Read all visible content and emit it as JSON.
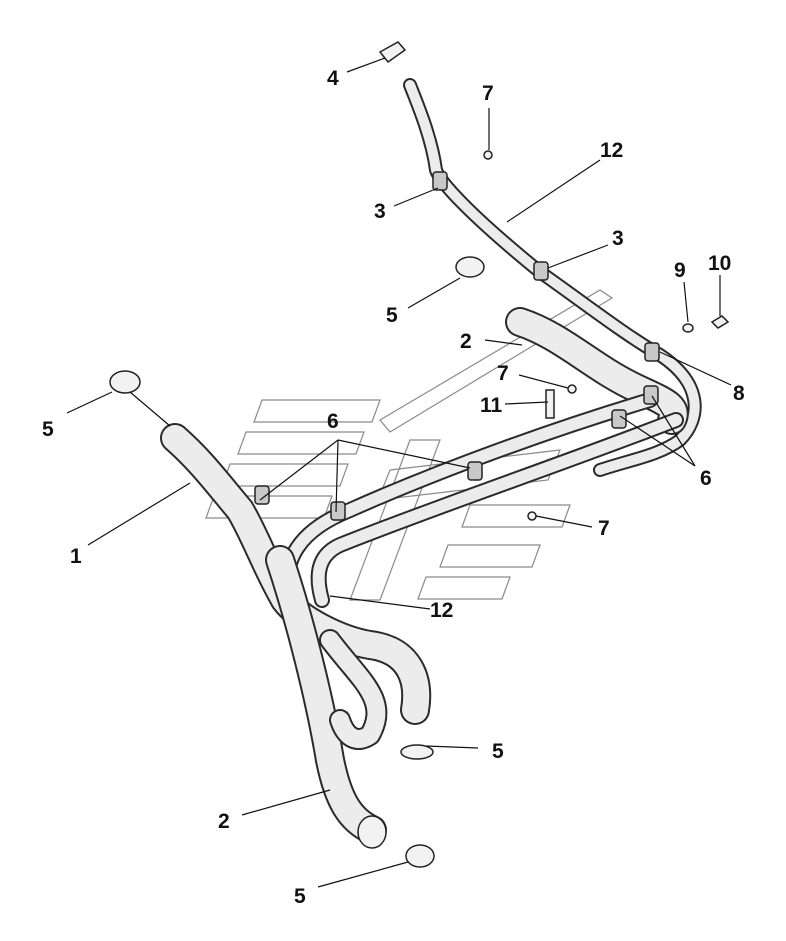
{
  "colors": {
    "line": "#2b2b2b",
    "pipe_fill": "#ececec",
    "watermark": "#8a8a8a",
    "text": "#111111"
  },
  "callouts": [
    {
      "id": "c1",
      "label": "1"
    },
    {
      "id": "c2a",
      "label": "2"
    },
    {
      "id": "c2b",
      "label": "2"
    },
    {
      "id": "c3a",
      "label": "3"
    },
    {
      "id": "c3b",
      "label": "3"
    },
    {
      "id": "c4",
      "label": "4"
    },
    {
      "id": "c5a",
      "label": "5"
    },
    {
      "id": "c5b",
      "label": "5"
    },
    {
      "id": "c5c",
      "label": "5"
    },
    {
      "id": "c5d",
      "label": "5"
    },
    {
      "id": "c6a",
      "label": "6"
    },
    {
      "id": "c6b",
      "label": "6"
    },
    {
      "id": "c7a",
      "label": "7"
    },
    {
      "id": "c7b",
      "label": "7"
    },
    {
      "id": "c7c",
      "label": "7"
    },
    {
      "id": "c8",
      "label": "8"
    },
    {
      "id": "c9",
      "label": "9"
    },
    {
      "id": "c10",
      "label": "10"
    },
    {
      "id": "c11",
      "label": "11"
    },
    {
      "id": "c12a",
      "label": "12"
    },
    {
      "id": "c12b",
      "label": "12"
    }
  ],
  "icons": [
    "hose-clamp-icon",
    "mounting-bracket-icon",
    "nut-icon",
    "bolt-icon",
    "washer-icon",
    "end-cap-icon"
  ]
}
